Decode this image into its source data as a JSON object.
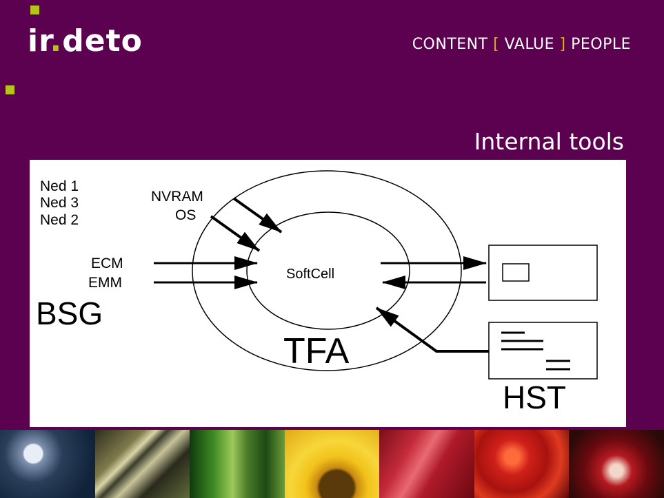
{
  "header": {
    "logo_text_main": "ir",
    "logo_text_dot": ".",
    "logo_text_rest": "deto",
    "tagline_part1": "CONTENT ",
    "tagline_bracket_open": "[",
    "tagline_middle": " VALUE ",
    "tagline_bracket_close": "]",
    "tagline_part2": " PEOPLE"
  },
  "slide": {
    "title": "Internal tools"
  },
  "diagram": {
    "left_list": [
      "Ned 1",
      "Ned 3",
      "Ned 2"
    ],
    "top_inputs": [
      "NVRAM",
      "OS"
    ],
    "side_inputs": [
      "ECM",
      "EMM"
    ],
    "bsg_label": "BSG",
    "center_label": "SoftCell",
    "ring_label": "TFA",
    "hst_label": "HST"
  },
  "colors": {
    "background": "#5c0050",
    "accent": "#b8c31a",
    "bracket": "#d4b400"
  },
  "footer": {
    "photos": [
      "dandelion-photo",
      "caterpillar-photo",
      "grasshopper-photo",
      "sunflower-photo",
      "red-leaf-photo",
      "red-flowers-photo",
      "pomegranate-photo"
    ]
  }
}
